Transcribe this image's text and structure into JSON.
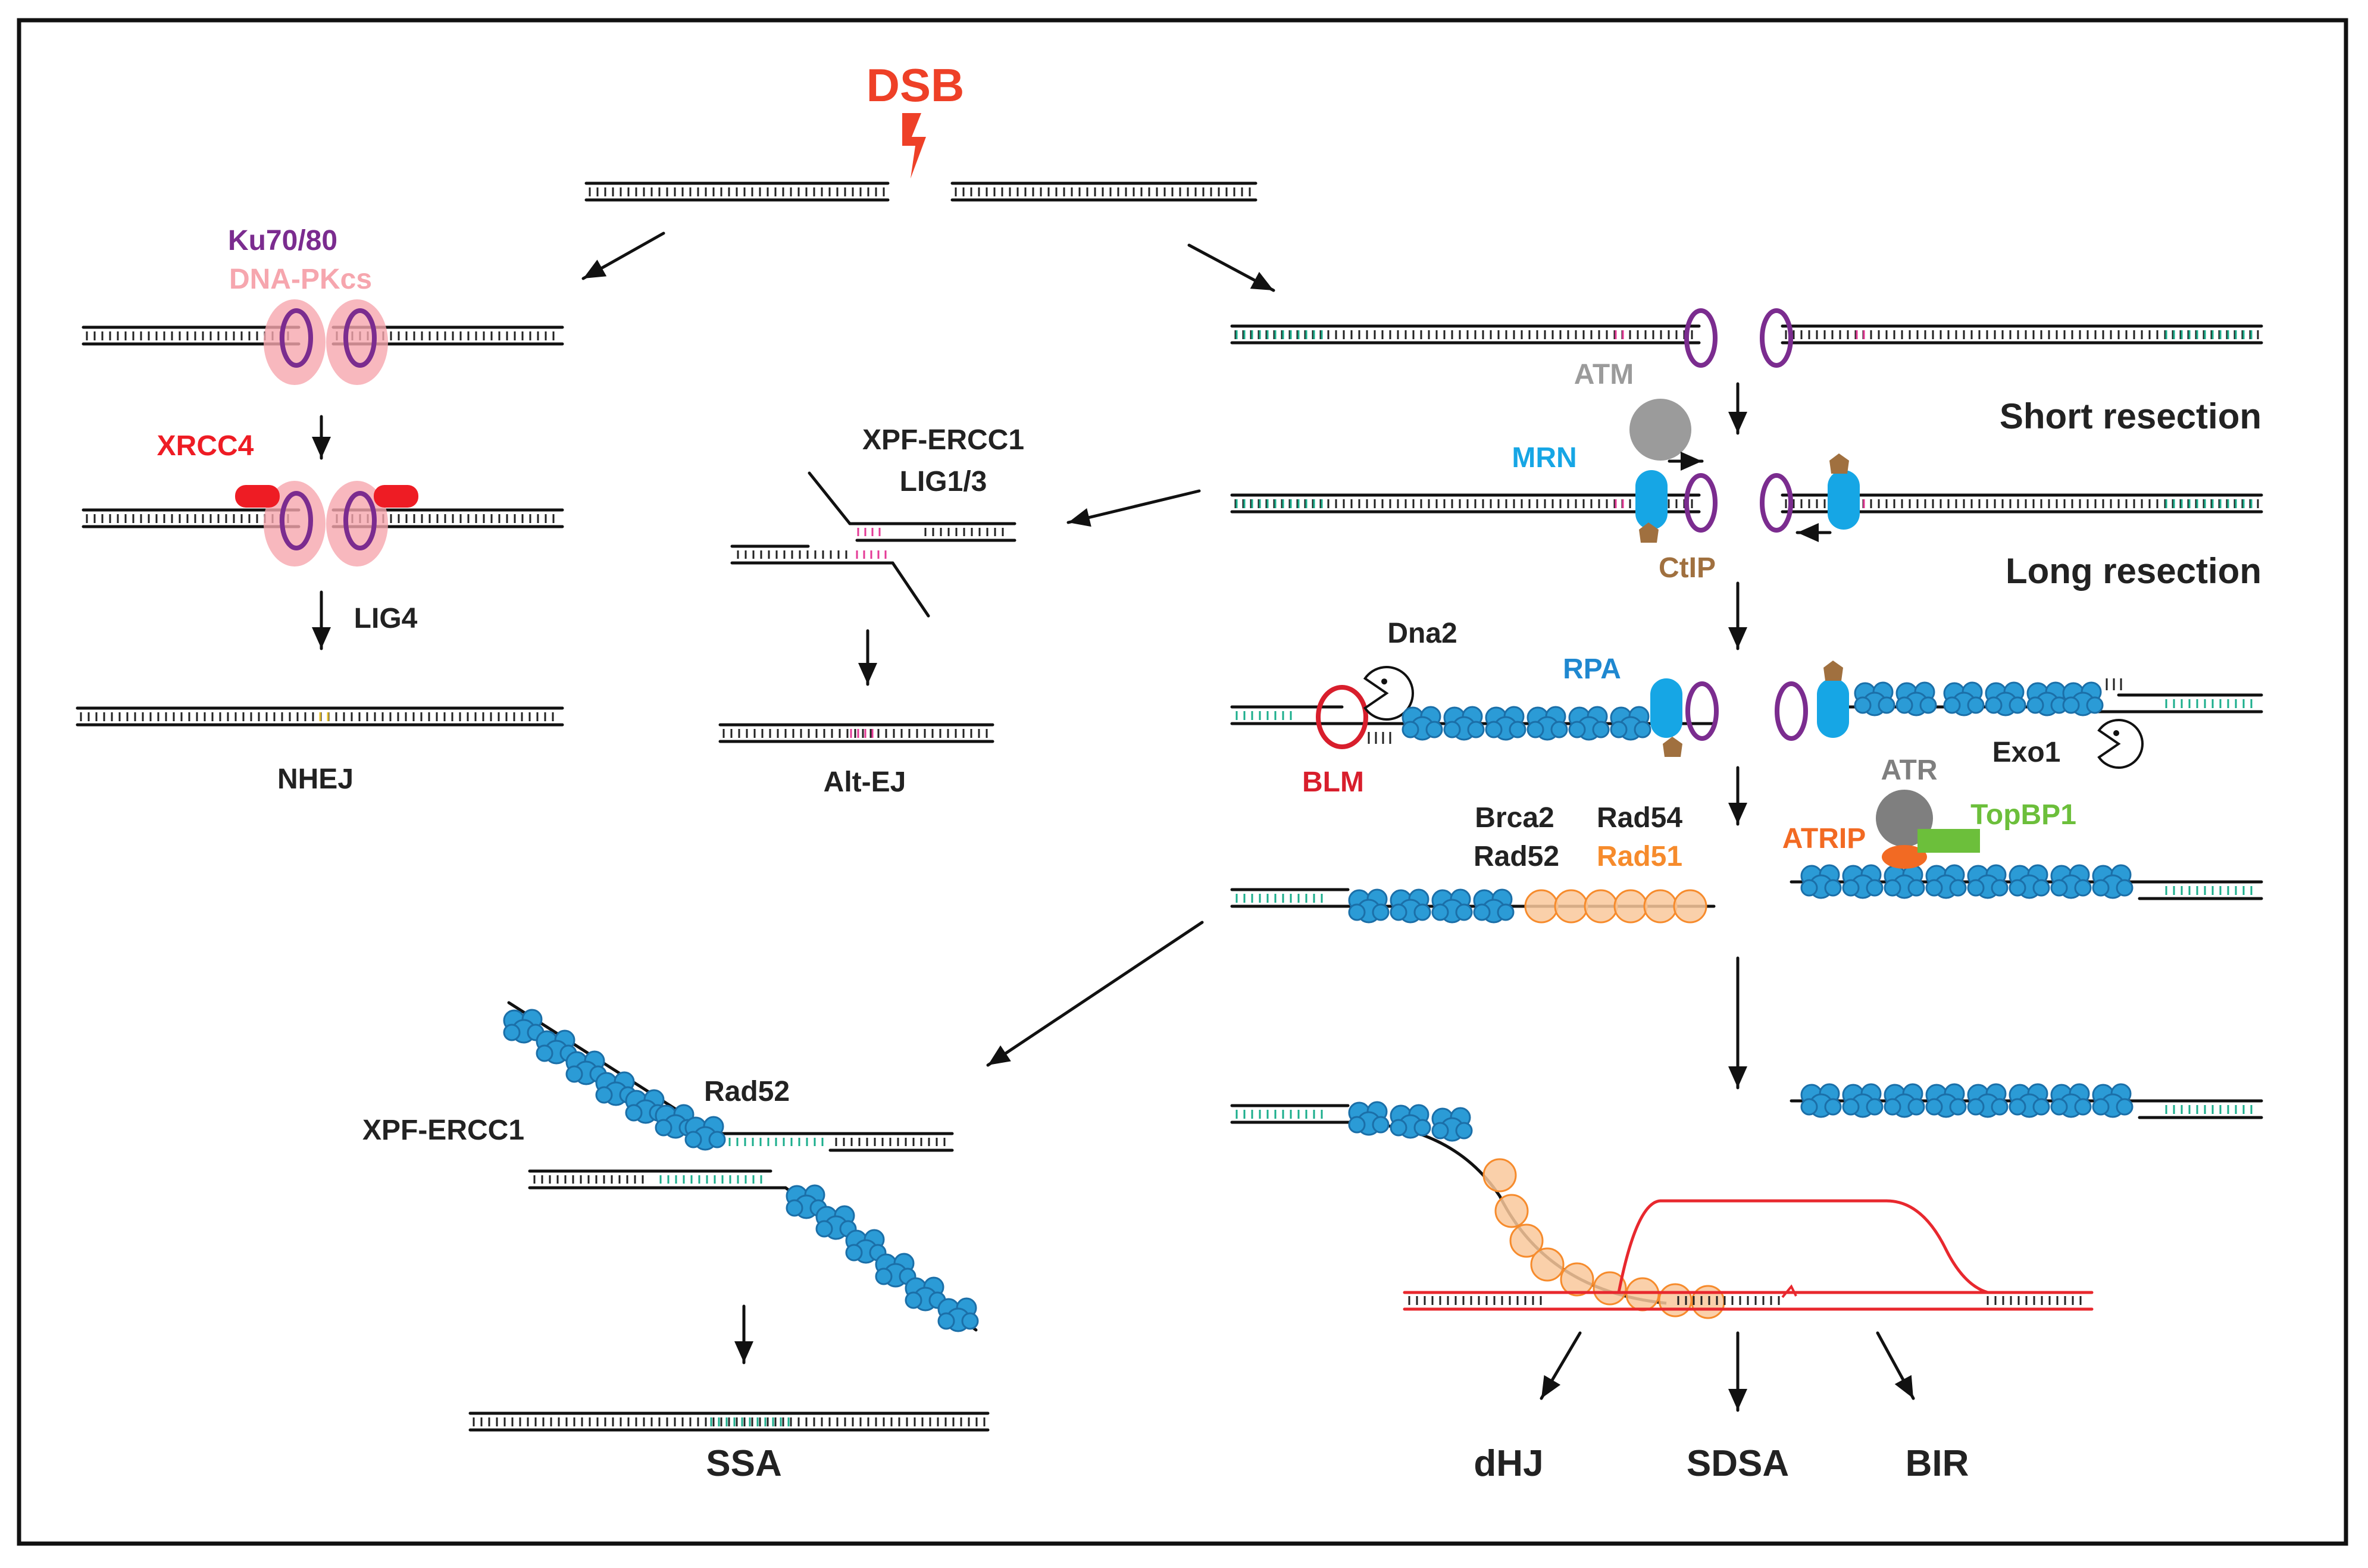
{
  "labels": {
    "dsb": "DSB",
    "ku": "Ku70/80",
    "dnapkcs": "DNA-PKcs",
    "xrcc4": "XRCC4",
    "lig4": "LIG4",
    "nhej": "NHEJ",
    "xpf1": "XPF-ERCC1",
    "lig13": "LIG1/3",
    "altej": "Alt-EJ",
    "atm": "ATM",
    "mrn": "MRN",
    "ctip": "CtIP",
    "short_resection": "Short resection",
    "long_resection": "Long resection",
    "dna2": "Dna2",
    "rpa": "RPA",
    "blm": "BLM",
    "exo1": "Exo1",
    "atr": "ATR",
    "atrip": "ATRIP",
    "topbp1": "TopBP1",
    "brca2": "Brca2",
    "rad52a": "Rad52",
    "rad54": "Rad54",
    "rad51": "Rad51",
    "rad52b": "Rad52",
    "xpf2": "XPF-ERCC1",
    "ssa": "SSA",
    "dhj": "dHJ",
    "sdsa": "SDSA",
    "bir": "BIR"
  },
  "colors": {
    "dsb": "#ee4027",
    "ku": "#7b2c8f",
    "dnapkcs": "#f6a6ae",
    "xrcc4": "#ee1c24",
    "atm": "#9b9b9b",
    "mrn": "#16a6e5",
    "ctip": "#a0703f",
    "rpa": "#1f88d0",
    "blm": "#d81e2c",
    "atr": "#7f7f7f",
    "atrip": "#f26a23",
    "topbp1": "#6cbf3b",
    "rad51": "#f68b2c",
    "text": "#222222",
    "microhomology": "#e43a96",
    "homology": "#1bae8c",
    "donor": "#e8282e",
    "rpa_fill": "#2b9bd6",
    "rad51_fill": "#f9c89b"
  }
}
